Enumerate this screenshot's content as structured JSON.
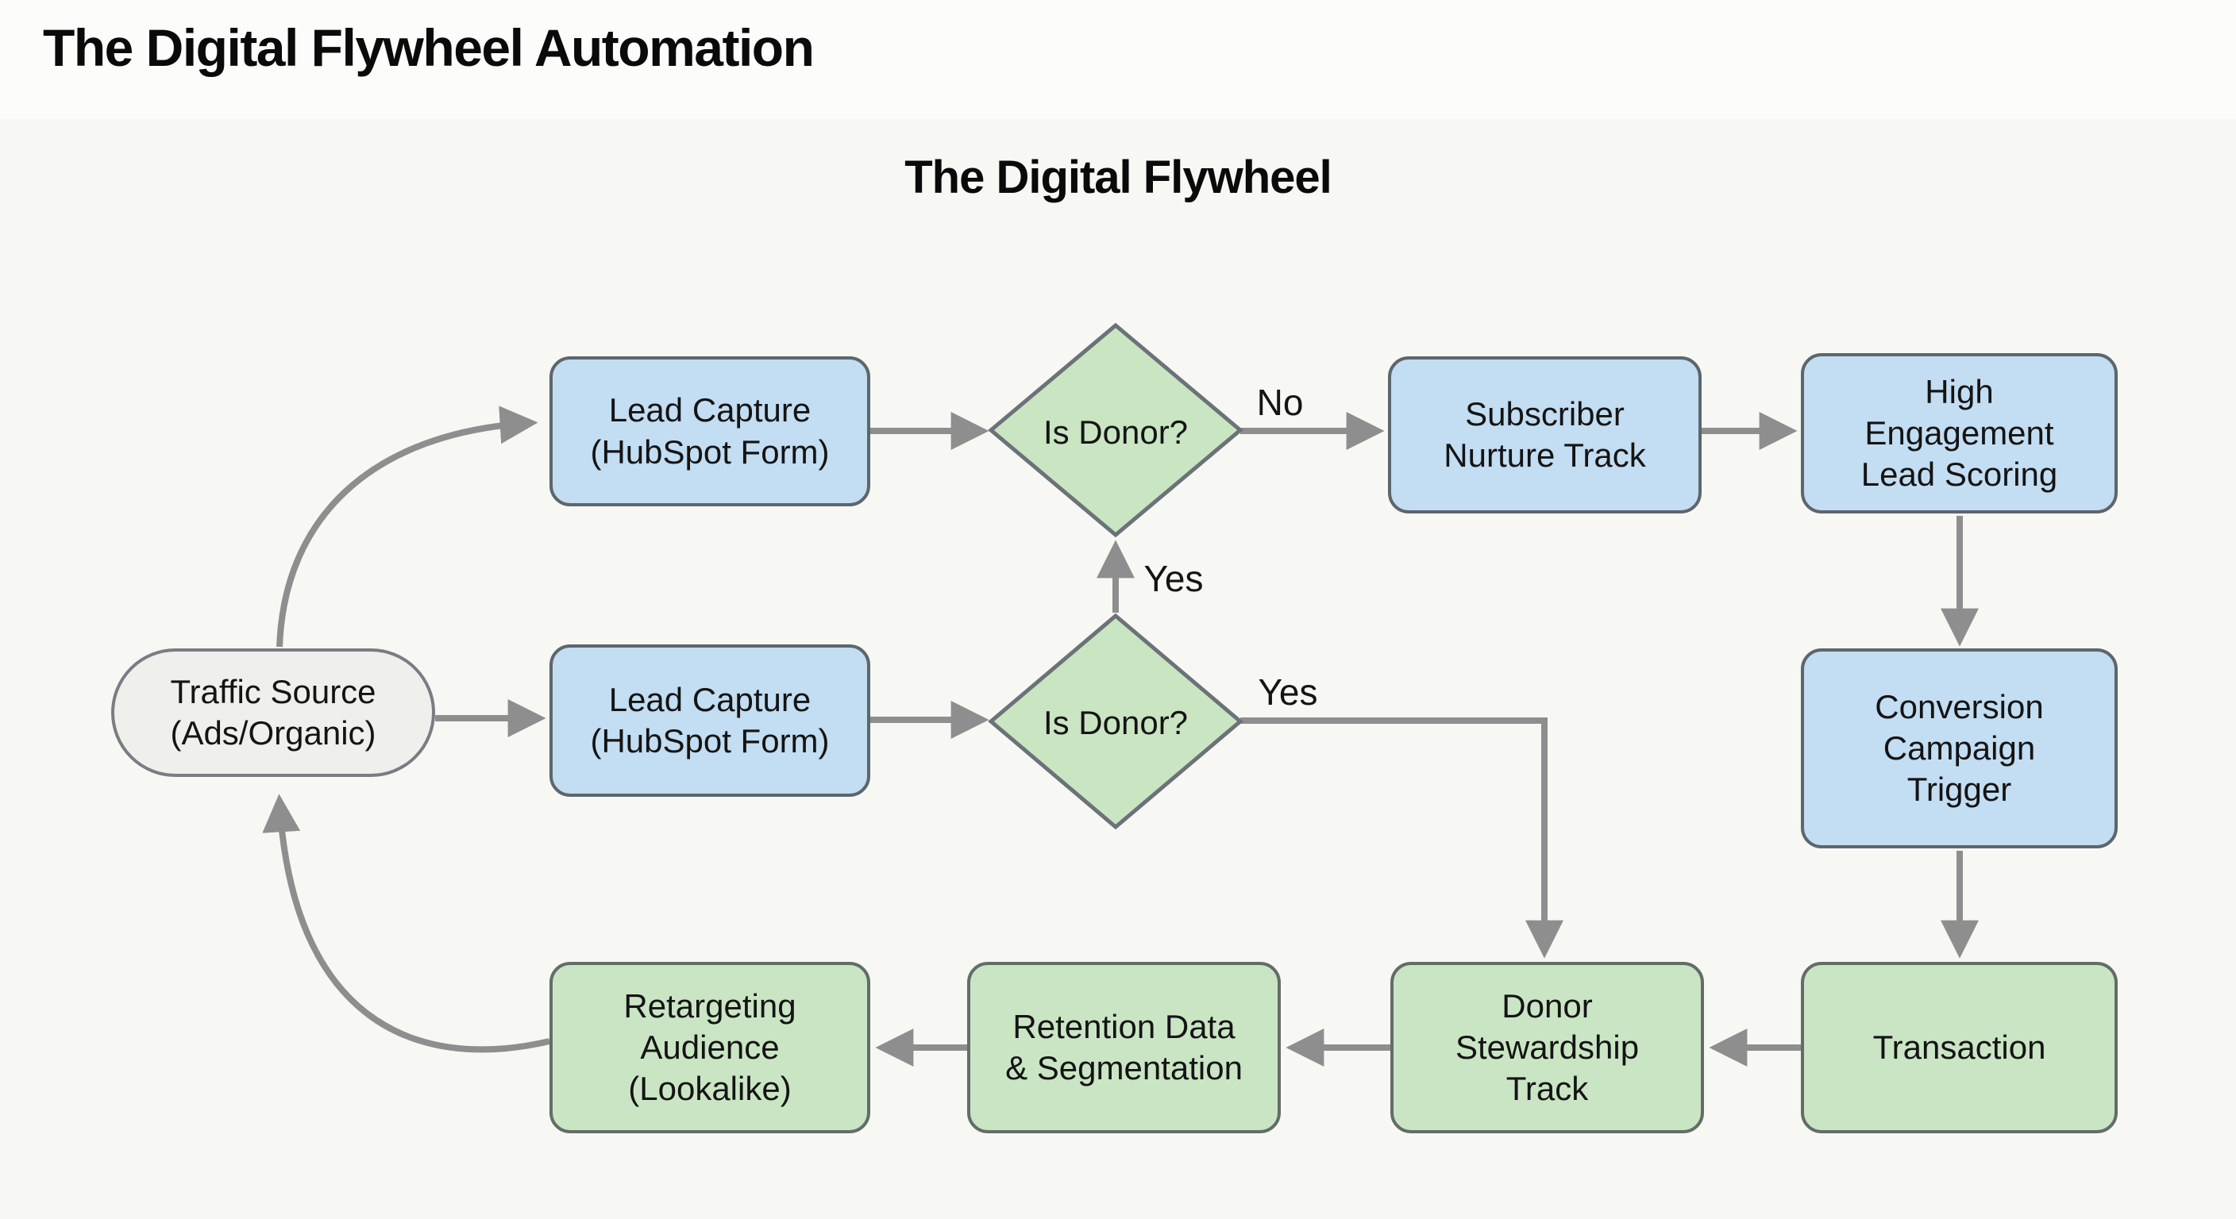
{
  "header": {
    "title": "The Digital Flywheel Automation"
  },
  "diagram": {
    "title": "The Digital Flywheel",
    "nodes": {
      "traffic_source": {
        "label": "Traffic Source\n(Ads/Organic)"
      },
      "lead_capture_top": {
        "label": "Lead Capture\n(HubSpot Form)"
      },
      "lead_capture_mid": {
        "label": "Lead Capture\n(HubSpot Form)"
      },
      "is_donor_top": {
        "label": "Is Donor?"
      },
      "is_donor_mid": {
        "label": "Is Donor?"
      },
      "subscriber_nurture": {
        "label": "Subscriber\nNurture Track"
      },
      "high_engagement": {
        "label": "High\nEngagement\nLead Scoring"
      },
      "conversion_trigger": {
        "label": "Conversion\nCampaign\nTrigger"
      },
      "transaction": {
        "label": "Transaction"
      },
      "donor_stewardship": {
        "label": "Donor\nStewardship\nTrack"
      },
      "retention_data": {
        "label": "Retention Data\n& Segmentation"
      },
      "retargeting_audience": {
        "label": "Retargeting\nAudience\n(Lookalike)"
      }
    },
    "edge_labels": {
      "top_no": "No",
      "mid_to_top_yes": "Yes",
      "mid_right_yes": "Yes"
    },
    "colors": {
      "node_blue": "#c3ddf2",
      "node_green": "#cae5c4",
      "node_gray": "#efefec",
      "node_border": "#5d666c",
      "diamond_fill": "#c9e5c2",
      "diamond_border": "#6b7278",
      "arrow": "#8e8e8e"
    }
  }
}
